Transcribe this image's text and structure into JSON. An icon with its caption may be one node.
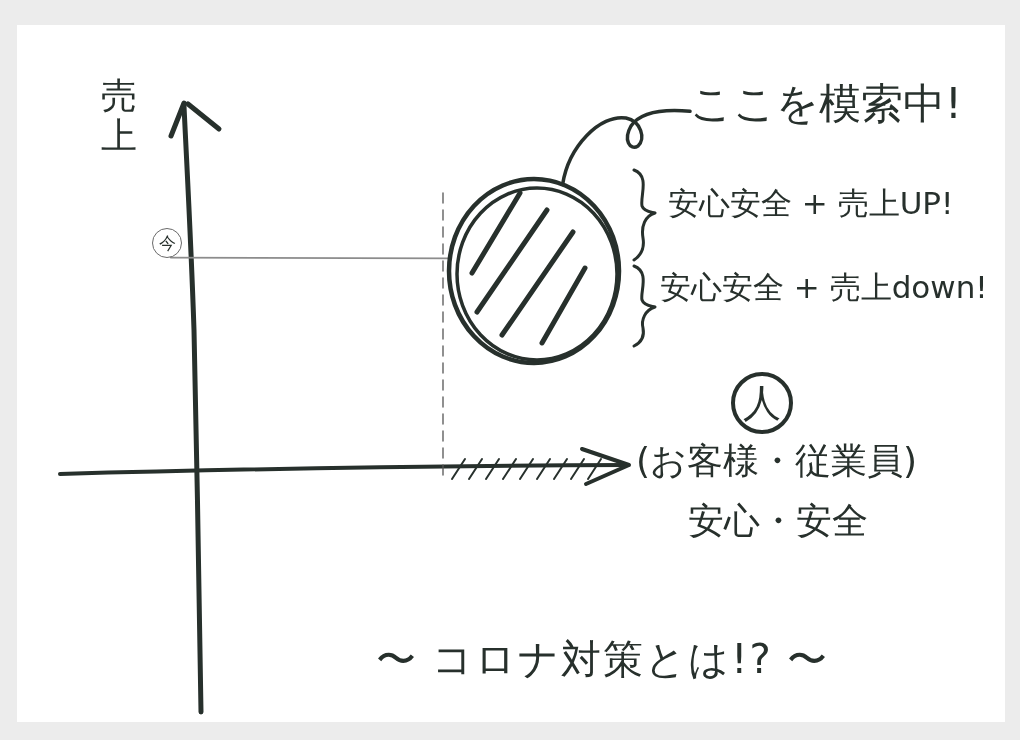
{
  "diagram": {
    "title": "〜 コロナ対策とは!? 〜",
    "nodes": [
      {
        "text": [
          "ここを模索中!"
        ]
      },
      {
        "text": [],
        "shape": "circle"
      },
      {
        "text": [
          "今"
        ]
      },
      {
        "text": [
          "人"
        ]
      }
    ],
    "edges": [
      {
        "from": 0,
        "to": 1,
        "arrow": "none",
        "style": "thick"
      },
      {
        "from": 2,
        "to": 1,
        "arrow": "none",
        "color": "#8c8c8c"
      }
    ],
    "labels": [
      "売上",
      "安心安全 + 売上UP!",
      "安心安全 + 売上down!",
      "(お客様・従業員)",
      "安心・安全"
    ]
  }
}
